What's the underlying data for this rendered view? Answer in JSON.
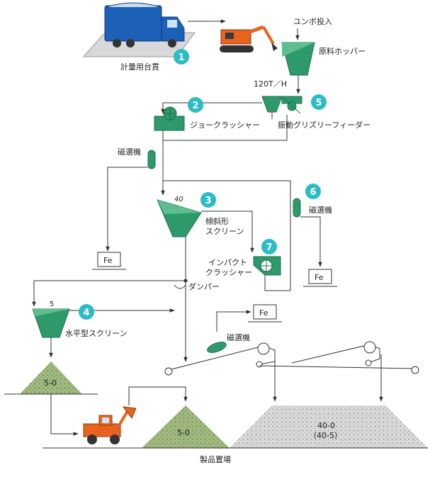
{
  "colors": {
    "machine_green": "#2e9a6c",
    "machine_green_dark": "#1f6e4c",
    "badge_teal": "#2bbcc4",
    "truck_blue": "#1c60b8",
    "excavator_orange": "#e8641e",
    "pile_green": "#9fb97e",
    "pile_grey": "#d8d8d6",
    "line": "#333333"
  },
  "labels": {
    "scale": "計量用台貫",
    "unpo_input": "ユンボ投入",
    "raw_hopper": "原料ホッパー",
    "capacity": "120T／H",
    "jaw_crusher": "ジョークラッシャー",
    "grizzly_feeder": "振動グリズリーフィーダー",
    "magnet_left": "磁選機",
    "magnet_right": "磁選機",
    "magnet_conveyor": "磁選機",
    "inclined_screen_line1": "傾斜形",
    "inclined_screen_line2": "スクリーン",
    "impact_crusher_line1": "インパクト",
    "impact_crusher_line2": "クラッシャー",
    "damper": "ダンパー",
    "horizontal_screen": "水平型スクリーン",
    "size_40": "40",
    "size_5": "5",
    "fe_box_1": "Fe",
    "fe_box_2": "Fe",
    "fe_box_3": "Fe",
    "pile_left": "5-0",
    "pile_mid": "5-0",
    "pile_right_line1": "40-0",
    "pile_right_line2": "（40-5）",
    "product_yard": "製品置場"
  },
  "badges": [
    "1",
    "2",
    "3",
    "4",
    "5",
    "6",
    "7"
  ]
}
